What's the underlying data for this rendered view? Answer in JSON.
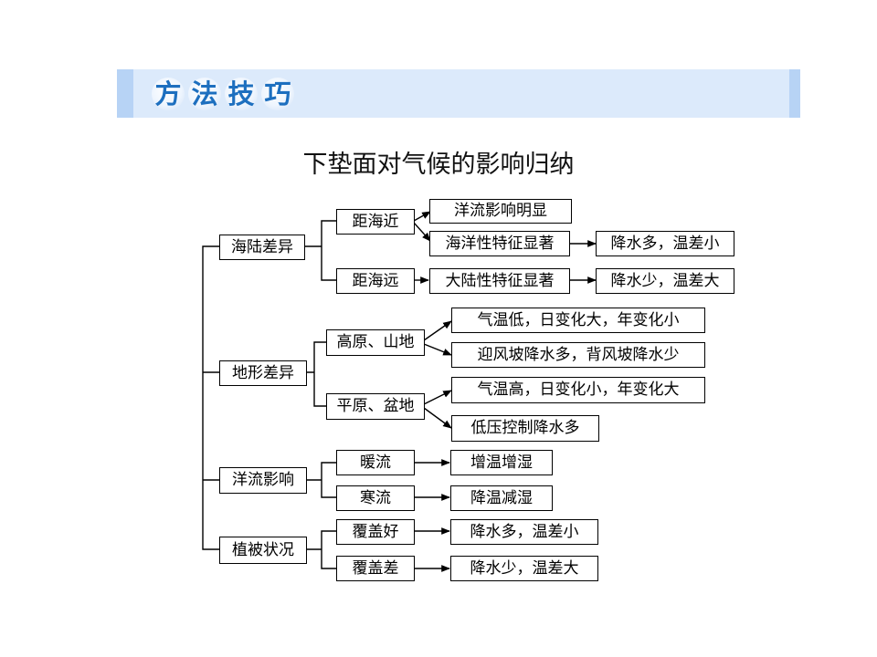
{
  "header": {
    "banner_chars": [
      "方",
      "法",
      "技",
      "巧"
    ],
    "title": "下垫面对气候的影响归纳"
  },
  "diagram": {
    "roots": {
      "land_sea": "海陆差异",
      "terrain": "地形差异",
      "currents": "洋流影响",
      "vegetation": "植被状况"
    },
    "branches": {
      "near_sea": "距海近",
      "far_sea": "距海远",
      "plateau": "高原、山地",
      "plain": "平原、盆地",
      "warm_current": "暖流",
      "cold_current": "寒流",
      "good_cover": "覆盖好",
      "poor_cover": "覆盖差"
    },
    "results": {
      "current_obvious": "洋流影响明显",
      "maritime": "海洋性特征显著",
      "maritime_effect": "降水多，温差小",
      "continental": "大陆性特征显著",
      "continental_effect": "降水少，温差大",
      "plateau_temp": "气温低，日变化大，年变化小",
      "plateau_rain": "迎风坡降水多，背风坡降水少",
      "plain_temp": "气温高，日变化小，年变化大",
      "plain_rain": "低压控制降水多",
      "warm_effect": "增温增湿",
      "cold_effect": "降温减湿",
      "good_effect": "降水多，温差小",
      "poor_effect": "降水少，温差大"
    }
  }
}
